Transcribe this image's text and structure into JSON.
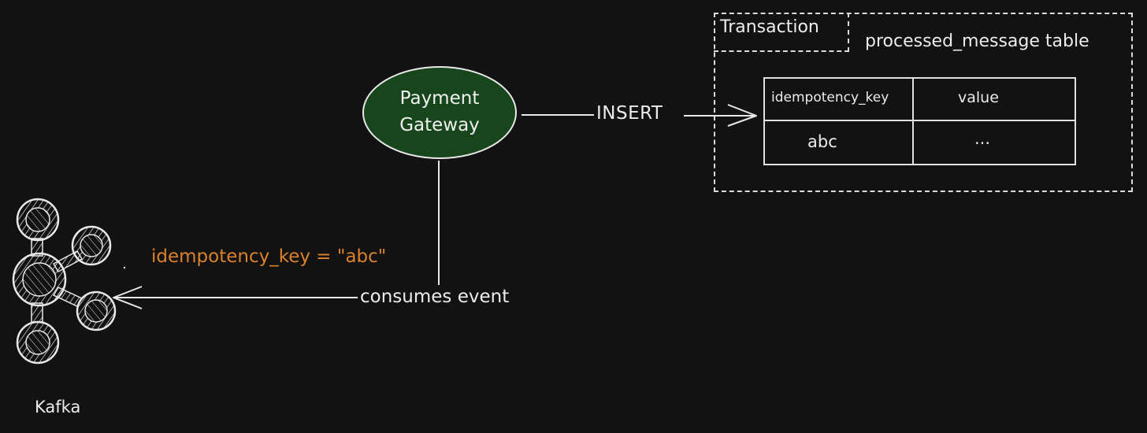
{
  "diagram": {
    "gateway": {
      "label": "Payment Gateway"
    },
    "transaction": {
      "label": "Transaction",
      "table_title": "processed_message table",
      "table": {
        "columns": [
          "idempotency_key",
          "value"
        ],
        "rows": [
          [
            "abc",
            "..."
          ]
        ]
      }
    },
    "insert_label": "INSERT",
    "consumes_label": "consumes event",
    "key_annotation": "idempotency_key = \"abc\"",
    "kafka": {
      "label": "Kafka"
    },
    "colors": {
      "background": "#121212",
      "stroke": "#e8e8e8",
      "gateway_fill": "#17461c",
      "annotation": "#d9822b"
    }
  }
}
